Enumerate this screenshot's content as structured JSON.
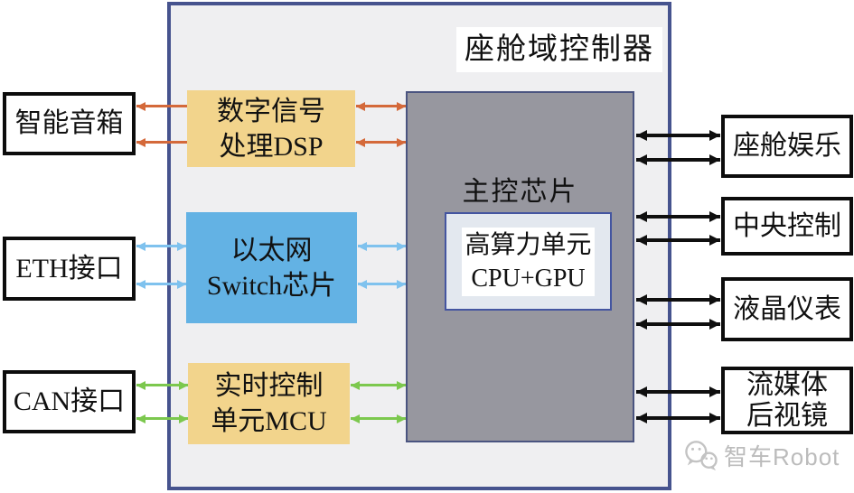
{
  "diagram": {
    "container": {
      "title": "座舱域控制器"
    },
    "modules": {
      "dsp": {
        "line1": "数字信号",
        "line2": "处理DSP"
      },
      "switch": {
        "line1": "以太网",
        "line2": "Switch芯片"
      },
      "mcu": {
        "line1": "实时控制",
        "line2": "单元MCU"
      },
      "soc": {
        "label": "主控芯片",
        "inner": {
          "line1": "高算力单元",
          "line2": "CPU+GPU"
        }
      }
    },
    "left_nodes": [
      {
        "id": "smart-speaker",
        "label": "智能音箱"
      },
      {
        "id": "eth-interface",
        "label": "ETH接口"
      },
      {
        "id": "can-interface",
        "label": "CAN接口"
      }
    ],
    "right_nodes": [
      {
        "id": "cockpit-entertainment",
        "label": "座舱娱乐"
      },
      {
        "id": "central-control",
        "label": "中央控制"
      },
      {
        "id": "lcd-instrument",
        "label": "液晶仪表"
      },
      {
        "id": "streaming-mirror",
        "line1": "流媒体",
        "line2": "后视镜"
      }
    ],
    "connections": [
      {
        "from": "智能音箱",
        "to": "数字信号处理DSP",
        "color": "orange",
        "arrows": 2
      },
      {
        "from": "数字信号处理DSP",
        "to": "主控芯片",
        "color": "orange",
        "arrows": 2
      },
      {
        "from": "ETH接口",
        "to": "以太网Switch芯片",
        "color": "blue",
        "arrows": 2
      },
      {
        "from": "以太网Switch芯片",
        "to": "主控芯片",
        "color": "blue",
        "arrows": 2
      },
      {
        "from": "CAN接口",
        "to": "实时控制单元MCU",
        "color": "green",
        "arrows": 2
      },
      {
        "from": "实时控制单元MCU",
        "to": "主控芯片",
        "color": "green",
        "arrows": 2
      },
      {
        "from": "主控芯片",
        "to": "座舱娱乐",
        "color": "black",
        "arrows": 2
      },
      {
        "from": "主控芯片",
        "to": "中央控制",
        "color": "black",
        "arrows": 2
      },
      {
        "from": "主控芯片",
        "to": "液晶仪表",
        "color": "black",
        "arrows": 2
      },
      {
        "from": "主控芯片",
        "to": "流媒体后视镜",
        "color": "black",
        "arrows": 2
      }
    ],
    "colors": {
      "container_fill": "#efeff1",
      "container_border": "#46538e",
      "dsp_mcu_fill": "#f2d48c",
      "switch_fill": "#63b2e4",
      "soc_fill": "#97979f",
      "soc_inner_fill": "#e3e8ef",
      "arrow_orange": "#d4693a",
      "arrow_blue": "#7fc2ee",
      "arrow_green": "#7cc84e",
      "arrow_black": "#0f0f0f"
    },
    "watermark": {
      "label": "智车Robot"
    }
  }
}
